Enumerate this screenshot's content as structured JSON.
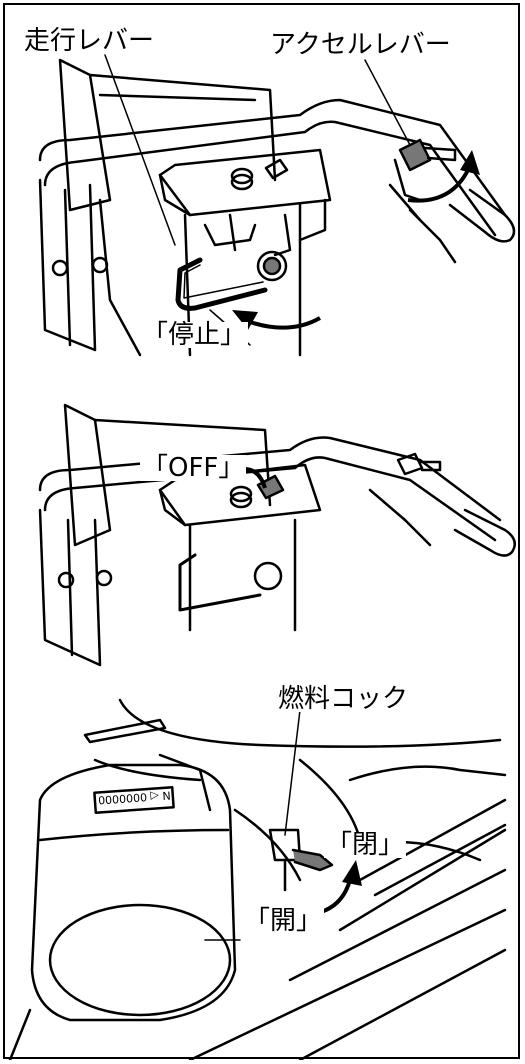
{
  "panels": [
    {
      "labels": {
        "travel_lever": "走行レバー",
        "accel_lever": "アクセルレバー",
        "stop": "「停止」"
      }
    },
    {
      "labels": {
        "off": "「OFF」"
      }
    },
    {
      "labels": {
        "fuel_cock": "燃料コック",
        "close": "「閉」",
        "open": "「開」",
        "tank_marking": "N ◁ 0000000"
      }
    }
  ],
  "colors": {
    "line": "#000000",
    "knob_gray": "#777777",
    "background": "#ffffff"
  },
  "icons": [
    "rotate-arrow-icon",
    "knob-icon",
    "lever-icon"
  ]
}
